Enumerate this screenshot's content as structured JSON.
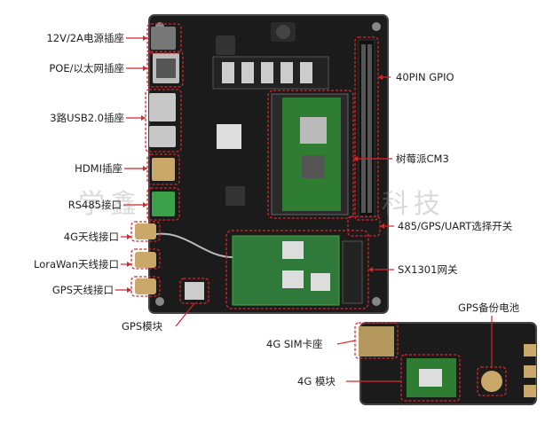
{
  "labels": {
    "power": "12V/2A电源插座",
    "poe": "POE/以太网插座",
    "usb": "3路USB2.0插座",
    "hdmi": "HDMI插座",
    "rs485": "RS485接口",
    "ant4g": "4G天线接口",
    "antlora": "LoraWan天线接口",
    "antgps": "GPS天线接口",
    "gpsmod": "GPS模块",
    "gpio": "40PIN GPIO",
    "cm3": "树莓派CM3",
    "switch": "485/GPS/UART选择开关",
    "sx1301": "SX1301网关",
    "battery": "GPS备份电池",
    "sim": "4G SIM卡座",
    "mod4g": "4G 模块"
  },
  "watermark": {
    "left": "学鑫",
    "right": "科技"
  },
  "colors": {
    "annotation": "#d8262d",
    "pcb": "#1a1a1a",
    "text": "#222222"
  }
}
